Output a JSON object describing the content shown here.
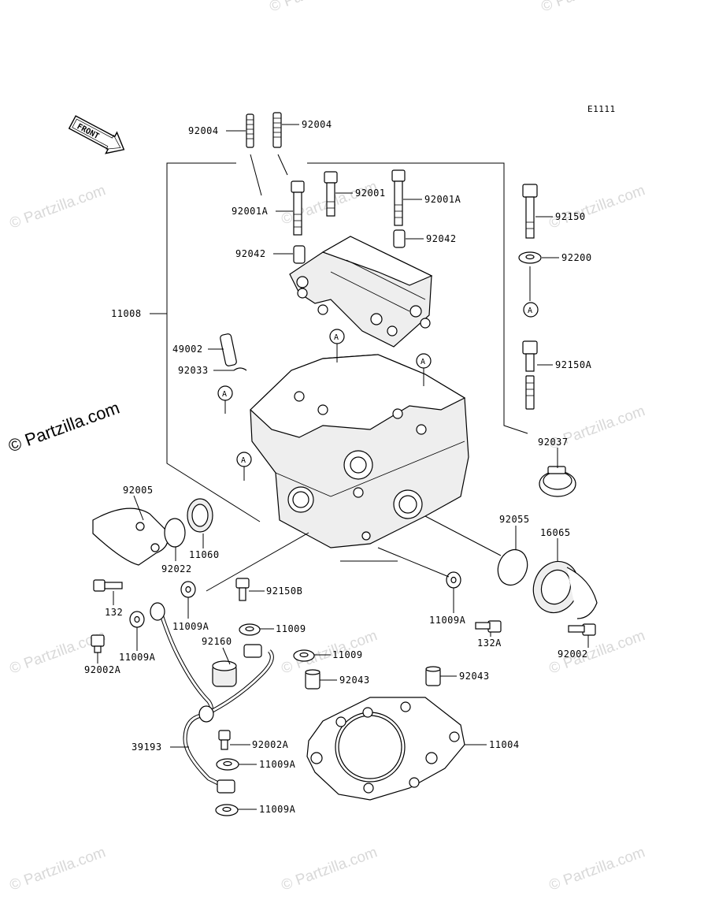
{
  "diagram": {
    "code": "E1111",
    "front_label": "FRONT",
    "ref_marker": "A"
  },
  "watermarks": {
    "light": "© Partzilla.com",
    "dark": "© Partzilla.com"
  },
  "labels": {
    "p92004_a": "92004",
    "p92004_b": "92004",
    "p92001A_a": "92001A",
    "p92001": "92001",
    "p92001A_b": "92001A",
    "p92150": "92150",
    "p92200": "92200",
    "p92042_a": "92042",
    "p92042_b": "92042",
    "p11008": "11008",
    "p49002": "49002",
    "p92033": "92033",
    "p92150A": "92150A",
    "p92037": "92037",
    "p92005": "92005",
    "p11060": "11060",
    "p92022": "92022",
    "p92055": "92055",
    "p16065": "16065",
    "p132": "132",
    "p92150B": "92150B",
    "p11009A_a": "11009A",
    "p11009A_b": "11009A",
    "p132A": "132A",
    "p11009_a": "11009",
    "p11009_b": "11009",
    "p92160": "92160",
    "p11009A_c": "11009A",
    "p92002": "92002",
    "p92002A_a": "92002A",
    "p92043_a": "92043",
    "p92043_b": "92043",
    "p39193": "39193",
    "p92002A_b": "92002A",
    "p11004": "11004",
    "p11009A_d": "11009A",
    "p11009A_e": "11009A"
  }
}
